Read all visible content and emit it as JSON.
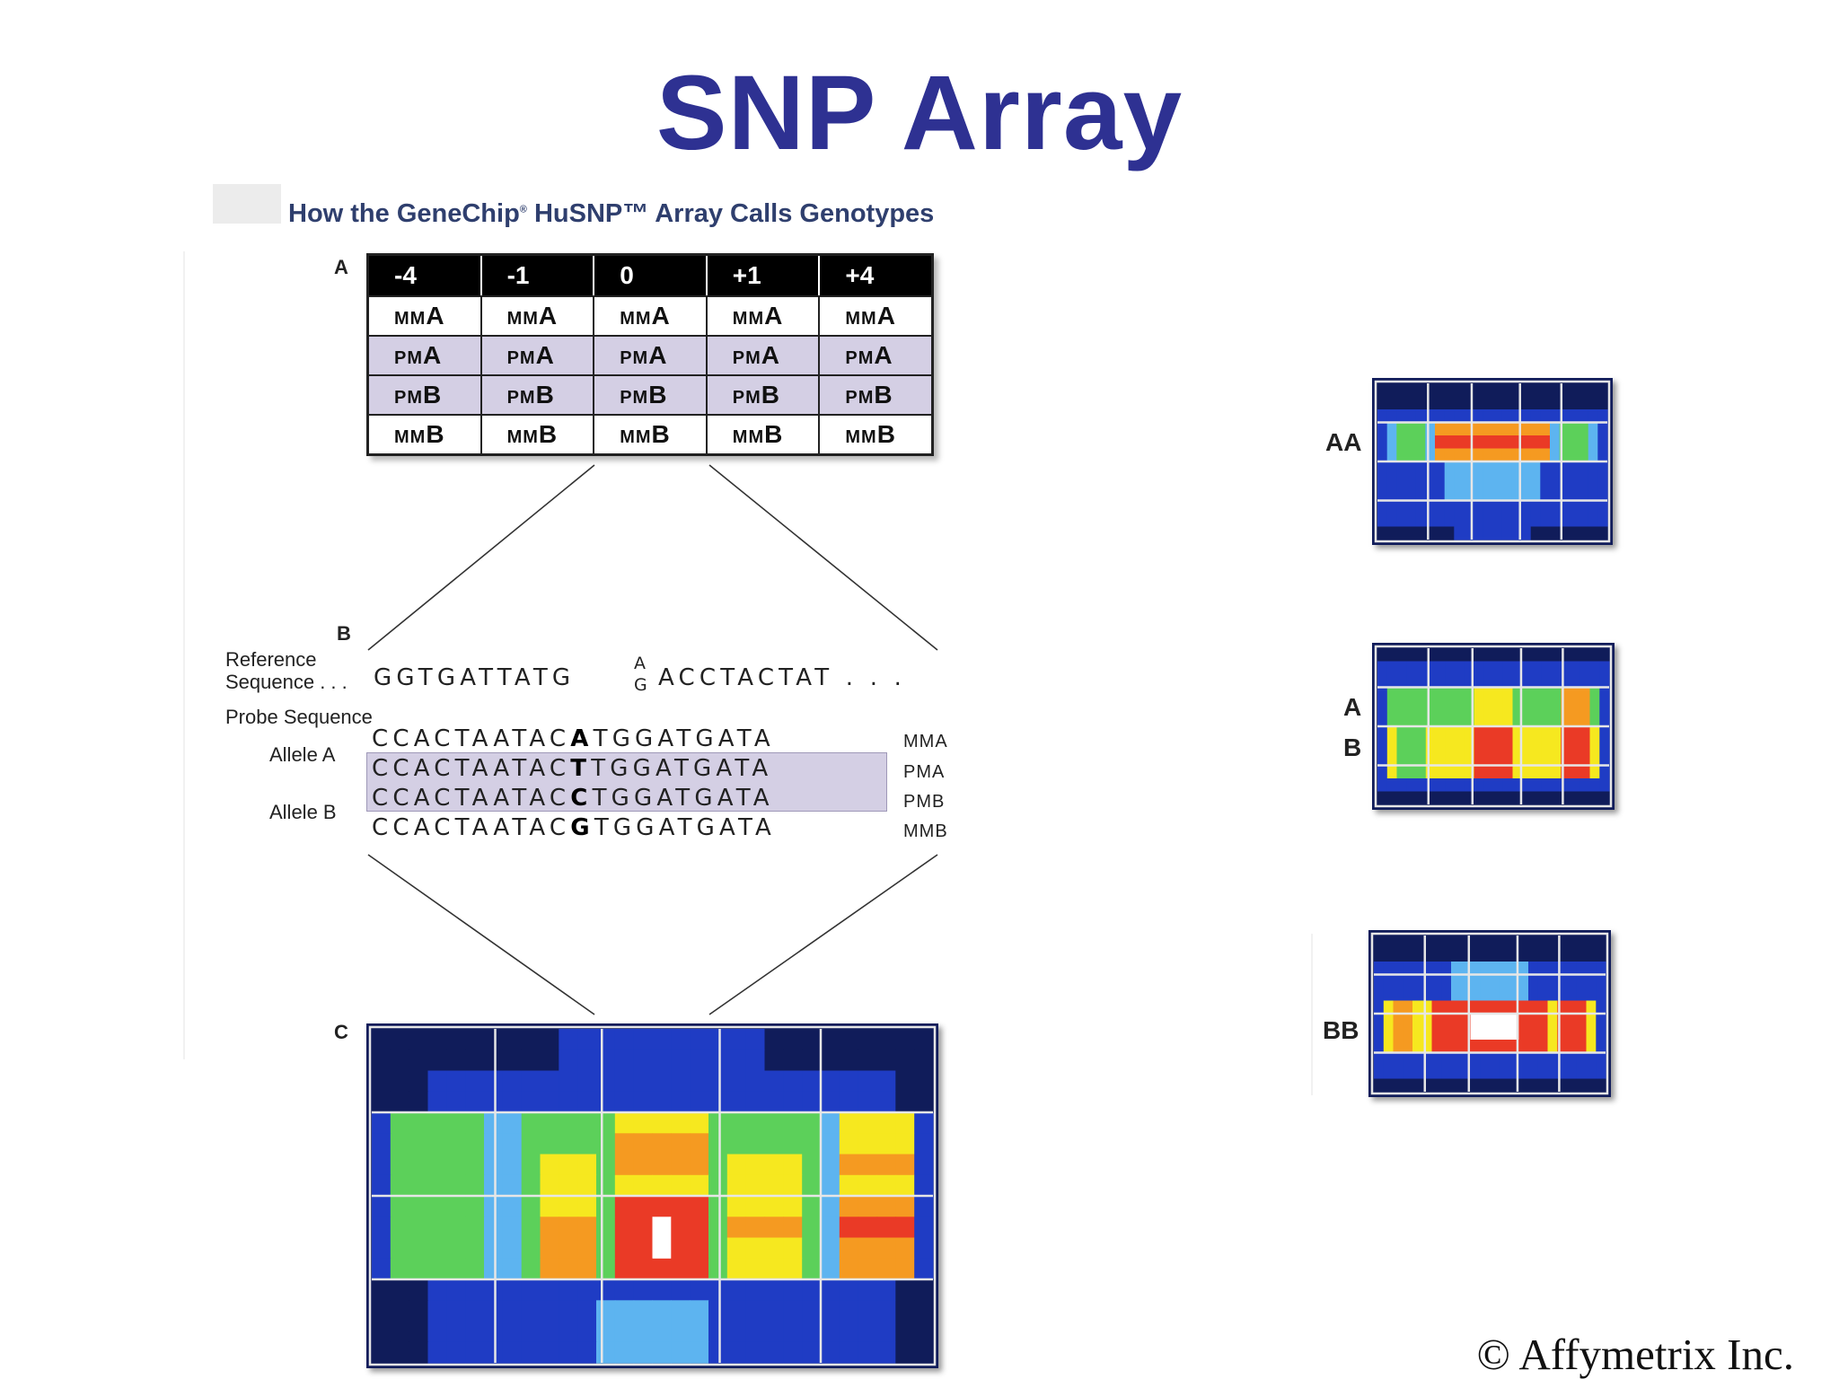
{
  "title": "SNP Array",
  "subtitle": {
    "part1": "How the GeneChip",
    "reg": "®",
    "part2": " HuSNP™ Array Calls Genotypes"
  },
  "panels": {
    "a": "A",
    "b": "B",
    "c": "C"
  },
  "probe_table": {
    "headers": [
      "-4",
      "-1",
      "0",
      "+1",
      "+4"
    ],
    "rows": [
      {
        "prefix": "MM",
        "allele": "A",
        "shade": "white"
      },
      {
        "prefix": "PM",
        "allele": "A",
        "shade": "purple"
      },
      {
        "prefix": "PM",
        "allele": "B",
        "shade": "purple"
      },
      {
        "prefix": "MM",
        "allele": "B",
        "shade": "white"
      }
    ]
  },
  "sequence": {
    "reference_label_1": "Reference",
    "reference_label_2": "Sequence . . .",
    "reference_left": "GGTGATTATG",
    "reference_snp_top": "A",
    "reference_snp_bottom": "G",
    "reference_right": "ACCTACTAT . . .",
    "probe_label": "Probe Sequence",
    "allele_a_label": "Allele A",
    "allele_b_label": "Allele B",
    "probes": [
      {
        "left": "CCACTAATAC",
        "mid": "A",
        "right": "TGGATGATA",
        "tag": "MMA"
      },
      {
        "left": "CCACTAATAC",
        "mid": "T",
        "right": "TGGATGATA",
        "tag": "PMA"
      },
      {
        "left": "CCACTAATAC",
        "mid": "C",
        "right": "TGGATGATA",
        "tag": "PMB"
      },
      {
        "left": "CCACTAATAC",
        "mid": "G",
        "right": "TGGATGATA",
        "tag": "MMB"
      }
    ]
  },
  "genotypes": {
    "aa": "AA",
    "ab_a": "A",
    "ab_b": "B",
    "bb": "BB"
  },
  "heatmap_colors": {
    "dark": "#101c5a",
    "blue": "#1f3cc4",
    "light_blue": "#5db4f0",
    "green": "#5cd05a",
    "yellow": "#f6e81f",
    "orange": "#f59a21",
    "red": "#ea3a26",
    "white": "#ffffff"
  },
  "copyright": "© Affymetrix Inc."
}
